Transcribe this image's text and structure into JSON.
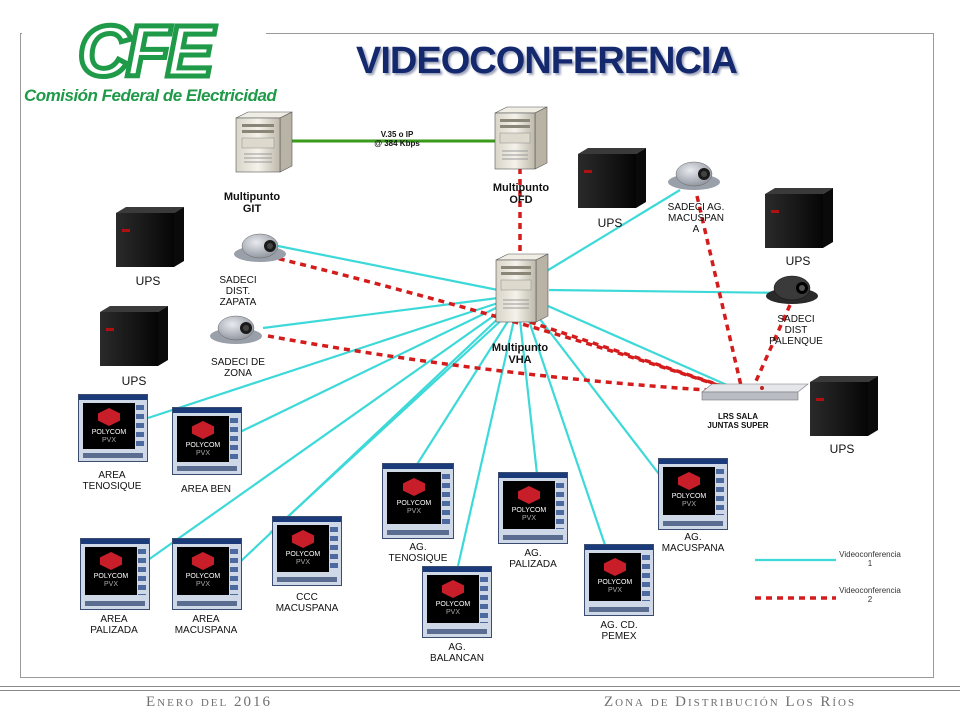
{
  "logo": {
    "text": "CFE",
    "subtitle": "Comisión Federal de Electricidad"
  },
  "title": "VIDEOCONFERENCIA",
  "link_label_1": "V.35 o IP",
  "link_label_2": "@ 384 Kbps",
  "nodes": {
    "git": [
      "Multipunto",
      "GIT"
    ],
    "ofd": [
      "Multipunto",
      "OFD"
    ],
    "vha": [
      "Multipunto",
      "VHA"
    ],
    "ups": "UPS",
    "polycom_brand": "POLYCOM",
    "polycom_model": "PVX",
    "zapata": [
      "SADECI",
      "DIST.",
      "ZAPATA"
    ],
    "zona": [
      "SADECI DE",
      "ZONA"
    ],
    "macuspana_sadeci": [
      "SADECI AG.",
      "MACUSPAN",
      "A"
    ],
    "palenque": [
      "SADECI",
      "DIST",
      "PALENQUE"
    ],
    "lrs": [
      "LRS SALA",
      "JUNTAS SUPER"
    ],
    "tenosique_area": [
      "AREA",
      "TENOSIQUE"
    ],
    "ben": [
      "AREA BEN"
    ],
    "palizada_area": [
      "AREA",
      "PALIZADA"
    ],
    "macuspana_area": [
      "AREA",
      "MACUSPANA"
    ],
    "ccc": [
      "CCC",
      "MACUSPANA"
    ],
    "ag_tenosique": [
      "AG.",
      "TENOSIQUE"
    ],
    "ag_balancan": [
      "AG.",
      "BALANCAN"
    ],
    "ag_palizada": [
      "AG.",
      "PALIZADA"
    ],
    "ag_pemex": [
      "AG. CD.",
      "PEMEX"
    ],
    "ag_macuspana": [
      "AG.",
      "MACUSPANA"
    ]
  },
  "legend": {
    "item1": [
      "Videoconferencia",
      "1"
    ],
    "item2": [
      "Videoconferencia",
      "2"
    ]
  },
  "colors": {
    "cyan": "#3dd9d9",
    "red": "#d41c1c",
    "green": "#3a9a1a",
    "brand": "#1f9a48",
    "title": "#14286e"
  },
  "footer": {
    "left": "Enero del 2016",
    "right": "Zona de Distribución Los Ríos"
  }
}
